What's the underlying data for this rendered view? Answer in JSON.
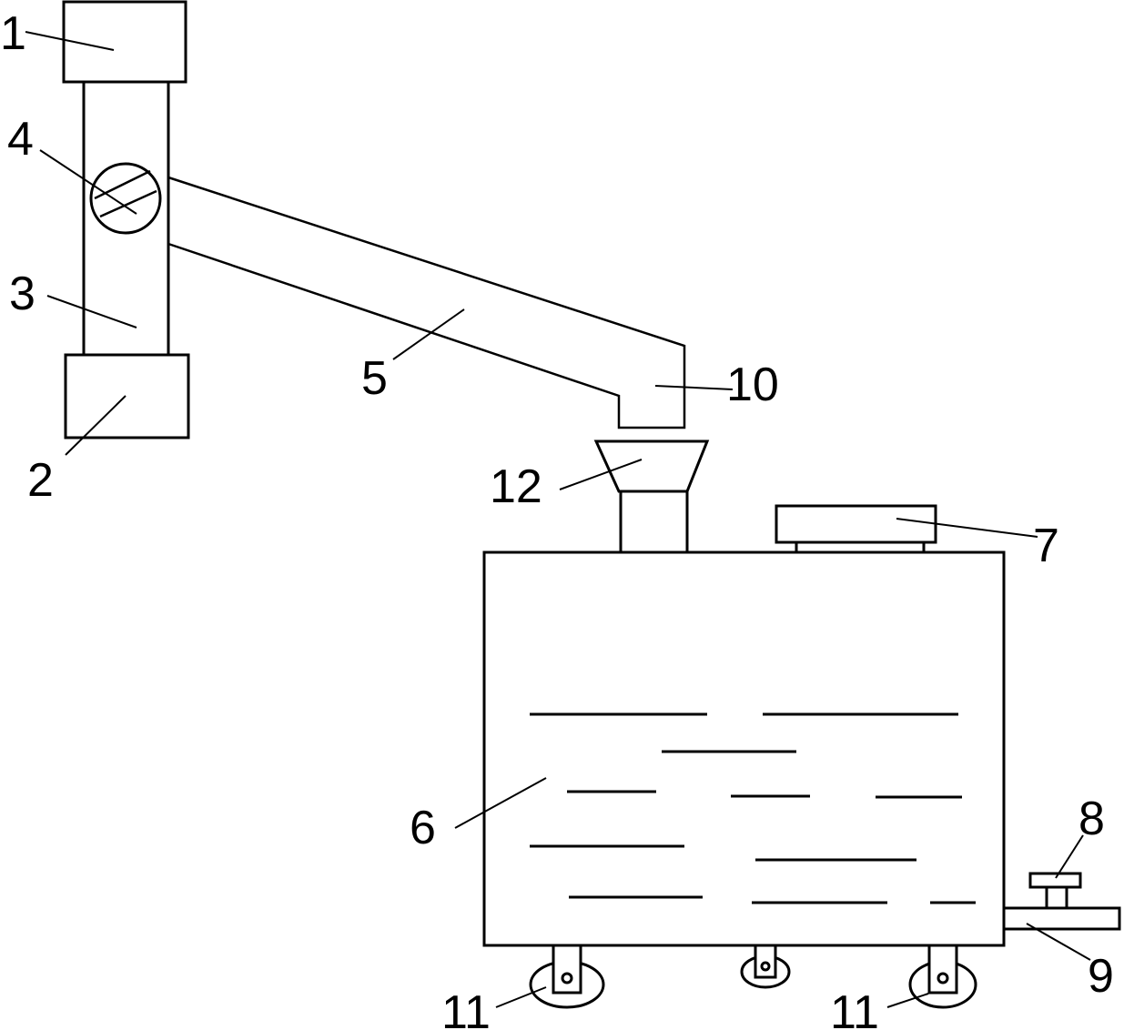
{
  "labels": {
    "l1": "1",
    "l2": "2",
    "l3": "3",
    "l4": "4",
    "l5": "5",
    "l6": "6",
    "l7": "7",
    "l8": "8",
    "l9": "9",
    "l10": "10",
    "l11a": "11",
    "l11b": "11",
    "l12": "12"
  },
  "colors": {
    "stroke": "#000000",
    "background": "#ffffff"
  }
}
